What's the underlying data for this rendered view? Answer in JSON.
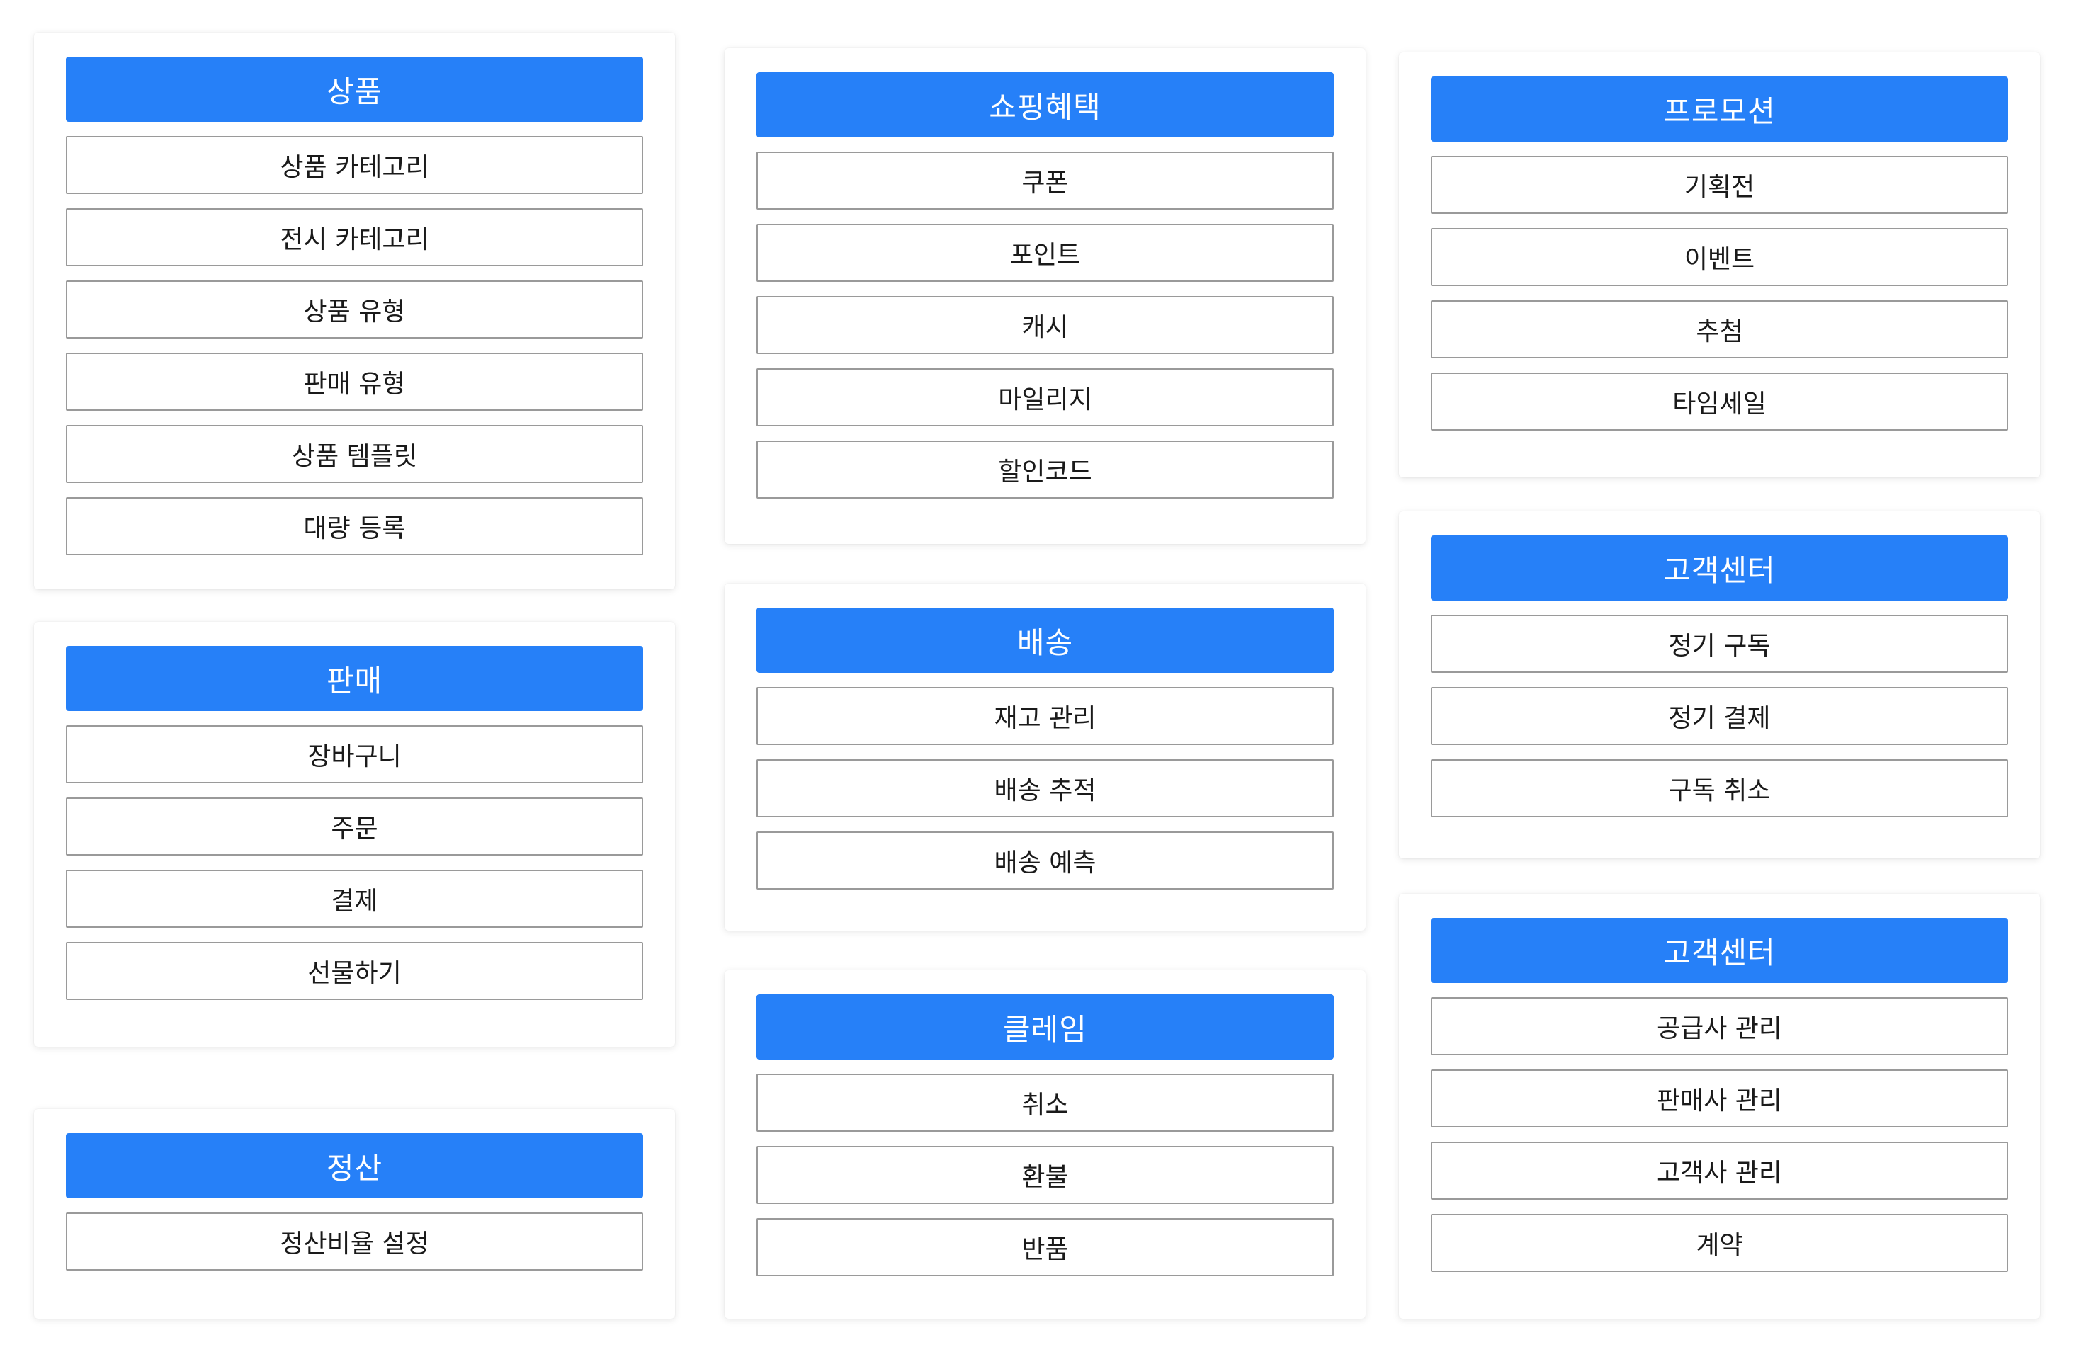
{
  "theme": {
    "header_color": "#2680f8",
    "item_border": "#9a9a9a",
    "text_color": "#1a1a1a"
  },
  "cards": [
    {
      "id": "product",
      "title": "상품",
      "items": [
        "상품 카테고리",
        "전시 카테고리",
        "상품 유형",
        "판매 유형",
        "상품 템플릿",
        "대량 등록"
      ]
    },
    {
      "id": "sales",
      "title": "판매",
      "items": [
        "장바구니",
        "주문",
        "결제",
        "선물하기"
      ]
    },
    {
      "id": "settlement",
      "title": "정산",
      "items": [
        "정산비율 설정"
      ]
    },
    {
      "id": "shopping-benefit",
      "title": "쇼핑혜택",
      "items": [
        "쿠폰",
        "포인트",
        "캐시",
        "마일리지",
        "할인코드"
      ]
    },
    {
      "id": "delivery",
      "title": "배송",
      "items": [
        "재고 관리",
        "배송 추적",
        "배송 예측"
      ]
    },
    {
      "id": "claim",
      "title": "클레임",
      "items": [
        "취소",
        "환불",
        "반품"
      ]
    },
    {
      "id": "promotion",
      "title": "프로모션",
      "items": [
        "기획전",
        "이벤트",
        "추첨",
        "타임세일"
      ]
    },
    {
      "id": "customer-center-1",
      "title": "고객센터",
      "items": [
        "정기 구독",
        "정기 결제",
        "구독 취소"
      ]
    },
    {
      "id": "customer-center-2",
      "title": "고객센터",
      "items": [
        "공급사 관리",
        "판매사 관리",
        "고객사 관리",
        "계약"
      ]
    }
  ]
}
